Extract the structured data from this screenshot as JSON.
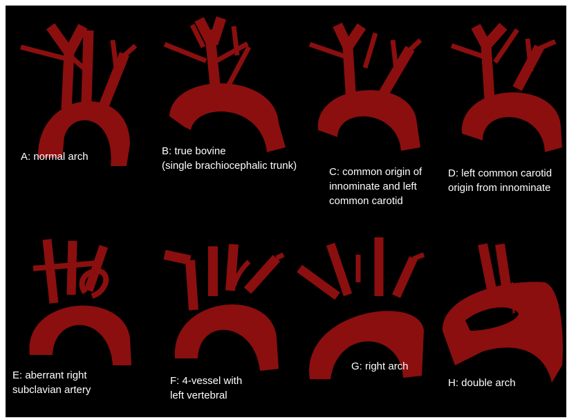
{
  "colors": {
    "background": "#000000",
    "vessel": "#8b0f0f",
    "text": "#ffffff"
  },
  "variants": [
    {
      "id": "A",
      "lines": [
        "A: normal arch"
      ]
    },
    {
      "id": "B",
      "lines": [
        "B: true bovine",
        "(single brachiocephalic trunk)"
      ]
    },
    {
      "id": "C",
      "lines": [
        "C: common origin of",
        "innominate and left",
        "common carotid"
      ]
    },
    {
      "id": "D",
      "lines": [
        "D: left common carotid",
        "origin from innominate"
      ]
    },
    {
      "id": "E",
      "lines": [
        "E: aberrant right",
        "subclavian artery"
      ]
    },
    {
      "id": "F",
      "lines": [
        "F: 4-vessel with",
        "left vertebral"
      ]
    },
    {
      "id": "G",
      "lines": [
        "G: right arch"
      ]
    },
    {
      "id": "H",
      "lines": [
        "H: double arch"
      ]
    }
  ]
}
